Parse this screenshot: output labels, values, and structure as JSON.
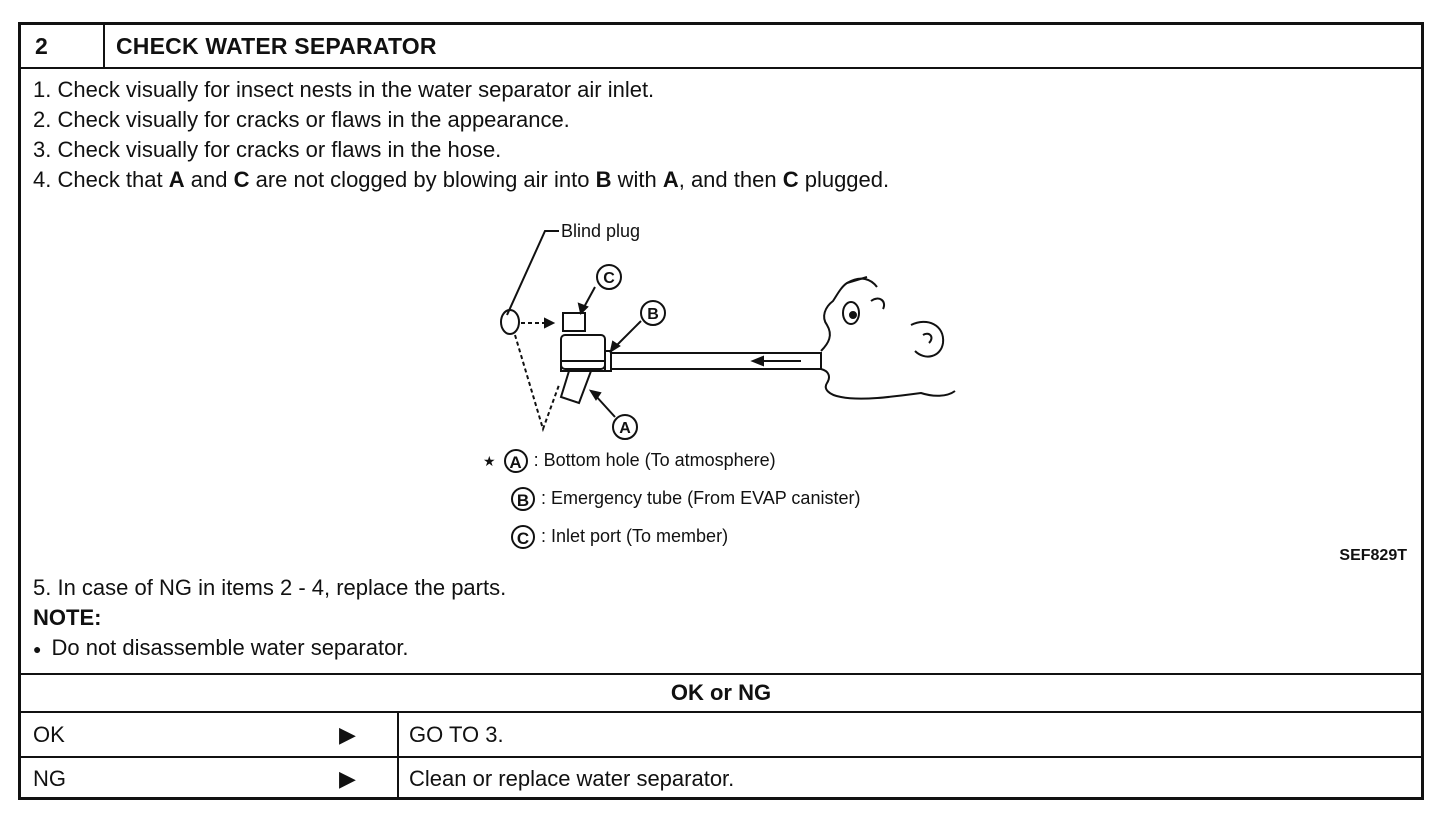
{
  "header": {
    "step_number": "2",
    "title": "CHECK WATER SEPARATOR"
  },
  "steps": [
    {
      "text": "1. Check visually for insect nests in the water separator air inlet."
    },
    {
      "text": "2. Check visually for cracks or flaws in the appearance."
    },
    {
      "text": "3. Check visually for cracks or flaws in the hose."
    },
    {
      "t1": "4. Check that ",
      "b1": "A",
      "t2": " and ",
      "b2": "C",
      "t3": " are not clogged by blowing air into ",
      "b3": "B",
      "t4": " with ",
      "b4": "A",
      "t5": ", and then ",
      "b5": "C",
      "t6": " plugged."
    }
  ],
  "figure": {
    "callout": "Blind plug",
    "labels": {
      "a": "A",
      "b": "B",
      "c": "C"
    },
    "star": "★",
    "legend": [
      {
        "letter": "A",
        "desc": ": Bottom hole (To atmosphere)"
      },
      {
        "letter": "B",
        "desc": ": Emergency tube (From EVAP canister)"
      },
      {
        "letter": "C",
        "desc": ": Inlet port (To member)"
      }
    ],
    "figure_id": "SEF829T"
  },
  "step5": "5. In case of NG in items 2 - 4, replace the parts.",
  "note_label": "NOTE:",
  "note_bullet": "●",
  "note_text": "Do not disassemble water separator.",
  "result_header": "OK or NG",
  "results": [
    {
      "status": "OK",
      "arrow": "▶",
      "action": "GO TO 3."
    },
    {
      "status": "NG",
      "arrow": "▶",
      "action": "Clean or replace water separator."
    }
  ]
}
